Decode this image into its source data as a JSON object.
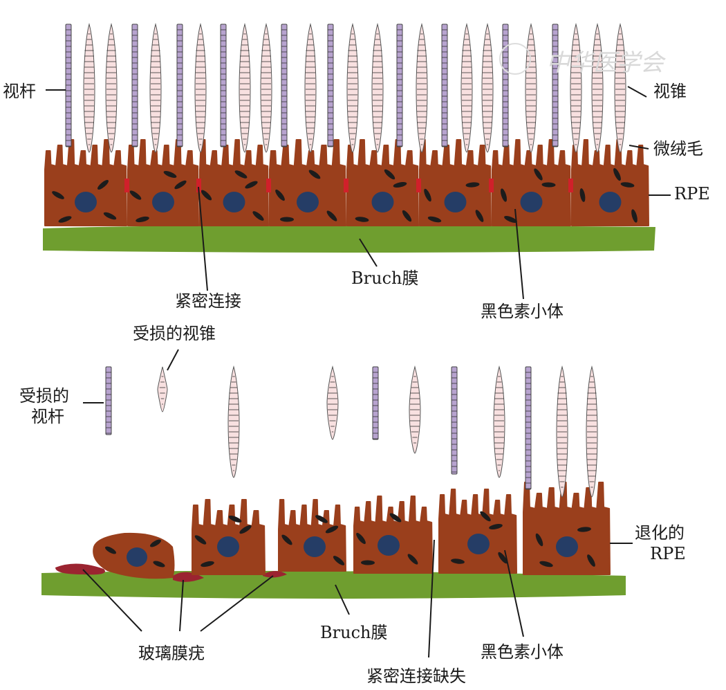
{
  "watermark": "中华医学会",
  "colors": {
    "rod": "#b7a3cf",
    "cone": "#f8e0e0",
    "rpe": "#9a3f1c",
    "nucleus": "#253d66",
    "melanosome": "#1c1c1c",
    "bruch": "#6f9e2f",
    "junction": "#d0202a",
    "drusen": "#9b2430"
  },
  "top": {
    "labels": {
      "rod": "视杆",
      "cone": "视锥",
      "microvilli": "微绒毛",
      "rpe": "RPE",
      "bruch": "Bruch膜",
      "tight_junction": "紧密连接",
      "melanosome": "黑色素小体"
    }
  },
  "bottom": {
    "labels": {
      "damaged_cone": "受损的视锥",
      "damaged_rod_1": "受损的",
      "damaged_rod_2": "视杆",
      "degenerated_rpe_1": "退化的",
      "degenerated_rpe_2": "RPE",
      "bruch": "Bruch膜",
      "drusen": "玻璃膜疣",
      "melanosome": "黑色素小体",
      "missing_junction": "紧密连接缺失"
    }
  }
}
